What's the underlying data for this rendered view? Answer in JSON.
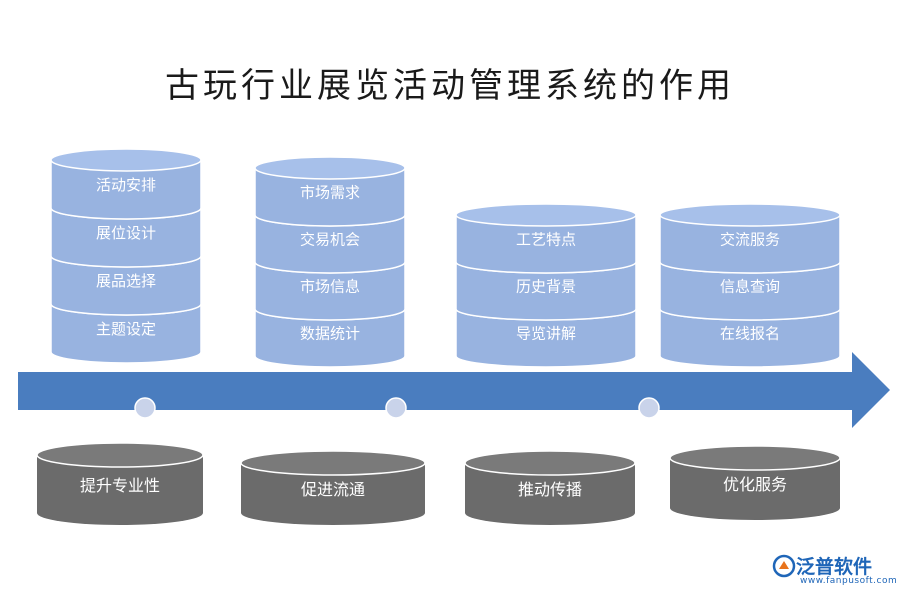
{
  "title": "古玩行业展览活动管理系统的作用",
  "columns": [
    {
      "items": [
        "活动安排",
        "展位设计",
        "展品选择",
        "主题设定"
      ],
      "outcome": "提升专业性"
    },
    {
      "items": [
        "市场需求",
        "交易机会",
        "市场信息",
        "数据统计"
      ],
      "outcome": "促进流通"
    },
    {
      "items": [
        "工艺特点",
        "历史背景",
        "导览讲解"
      ],
      "outcome": "推动传播"
    },
    {
      "items": [
        "交流服务",
        "信息查询",
        "在线报名"
      ],
      "outcome": "优化服务"
    }
  ],
  "logo": {
    "name": "泛普软件",
    "url": "www.fanpusoft.com"
  },
  "colors": {
    "cylinder_blue": "#98b3e0",
    "cylinder_blue_top": "#a7c0ea",
    "cylinder_gray": "#6b6b6b",
    "cylinder_gray_top": "#7a7a7a",
    "arrow": "#4a7dbf",
    "dot": "#c9d3ea",
    "brand": "#1f66b8"
  }
}
